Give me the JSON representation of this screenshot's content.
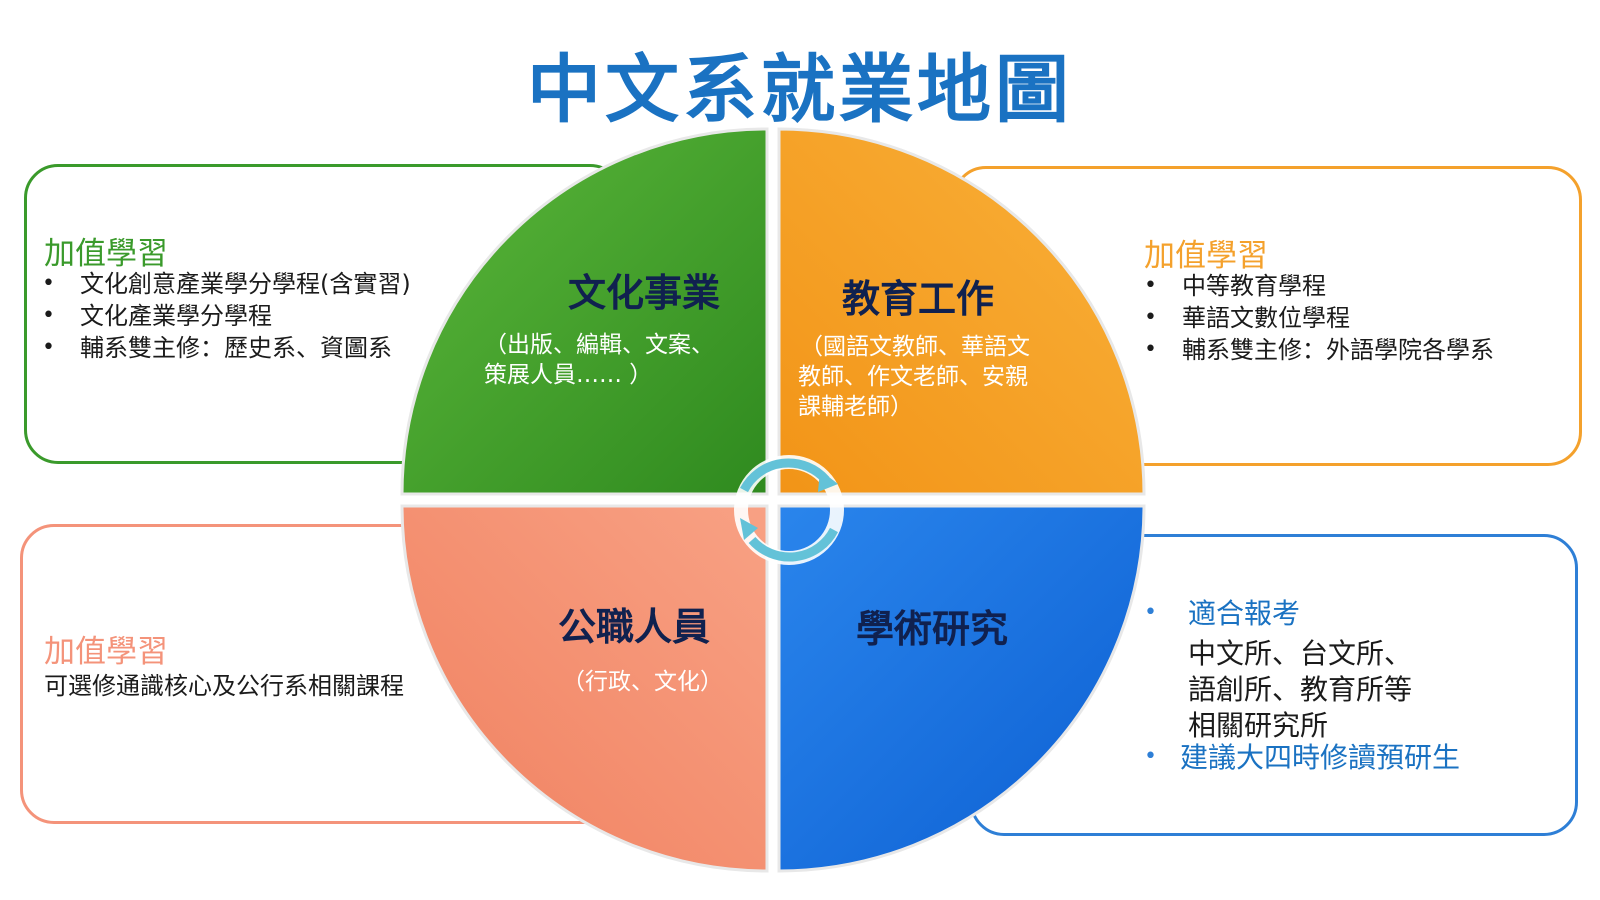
{
  "title": "中文系就業地圖",
  "colors": {
    "title": "#1a72c2",
    "green": "#3a9a2b",
    "orange": "#f4a12c",
    "salmon": "#f4937a",
    "blue": "#2e7fd6"
  },
  "quadrants": {
    "culture": {
      "label": "文化事業",
      "sub_lines": [
        "（出版、編輯、文案、",
        "策展人員……  ）"
      ]
    },
    "education": {
      "label": "教育工作",
      "sub_lines": [
        "（國語文教師、華語文",
        "教師、作文老師、安親",
        "課輔老師）"
      ]
    },
    "civil": {
      "label": "公職人員",
      "sub": "（行政、文化）"
    },
    "research": {
      "label": "學術研究"
    }
  },
  "panels": {
    "top_left": {
      "heading": "加值學習",
      "items": [
        "文化創意產業學分學程(含實習)",
        "文化產業學分學程",
        "輔系雙主修：歷史系、資圖系"
      ]
    },
    "top_right": {
      "heading": "加值學習",
      "items": [
        "中等教育學程",
        "華語文數位學程",
        "輔系雙主修：外語學院各學系"
      ]
    },
    "bottom_left": {
      "heading": "加值學習",
      "text": "可選修通識核心及公行系相關課程"
    },
    "bottom_right": {
      "item1_title": "適合報考",
      "item1_lines": [
        "中文所、台文所、",
        "語創所、教育所等",
        "相關研究所"
      ],
      "item2": "建議大四時修讀預研生"
    }
  },
  "bullet_glyph": "•",
  "icons": {
    "center": "cycle-arrows-icon"
  }
}
